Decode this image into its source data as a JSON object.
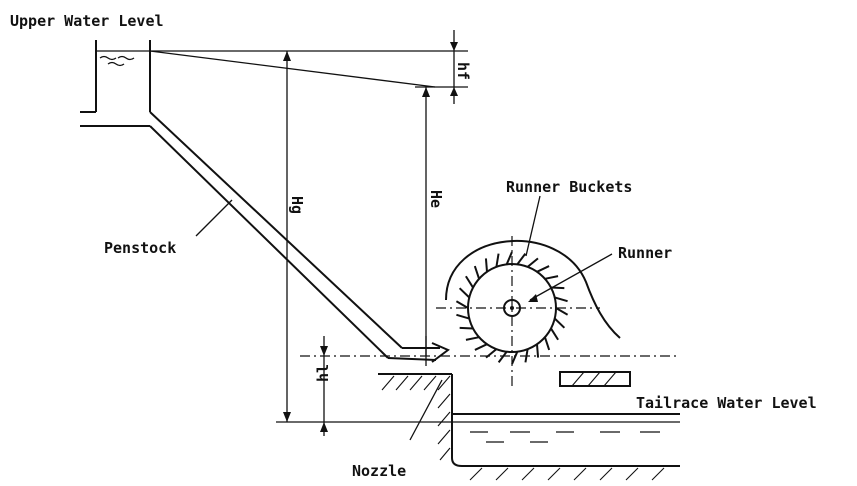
{
  "labels": {
    "upper_water_level": "Upper Water Level",
    "penstock": "Penstock",
    "hg": "Hg",
    "he": "He",
    "hf": "hf",
    "runner_buckets": "Runner Buckets",
    "runner": "Runner",
    "hl": "hl",
    "tailrace_water_level": "Tailrace Water Level",
    "nozzle": "Nozzle"
  }
}
